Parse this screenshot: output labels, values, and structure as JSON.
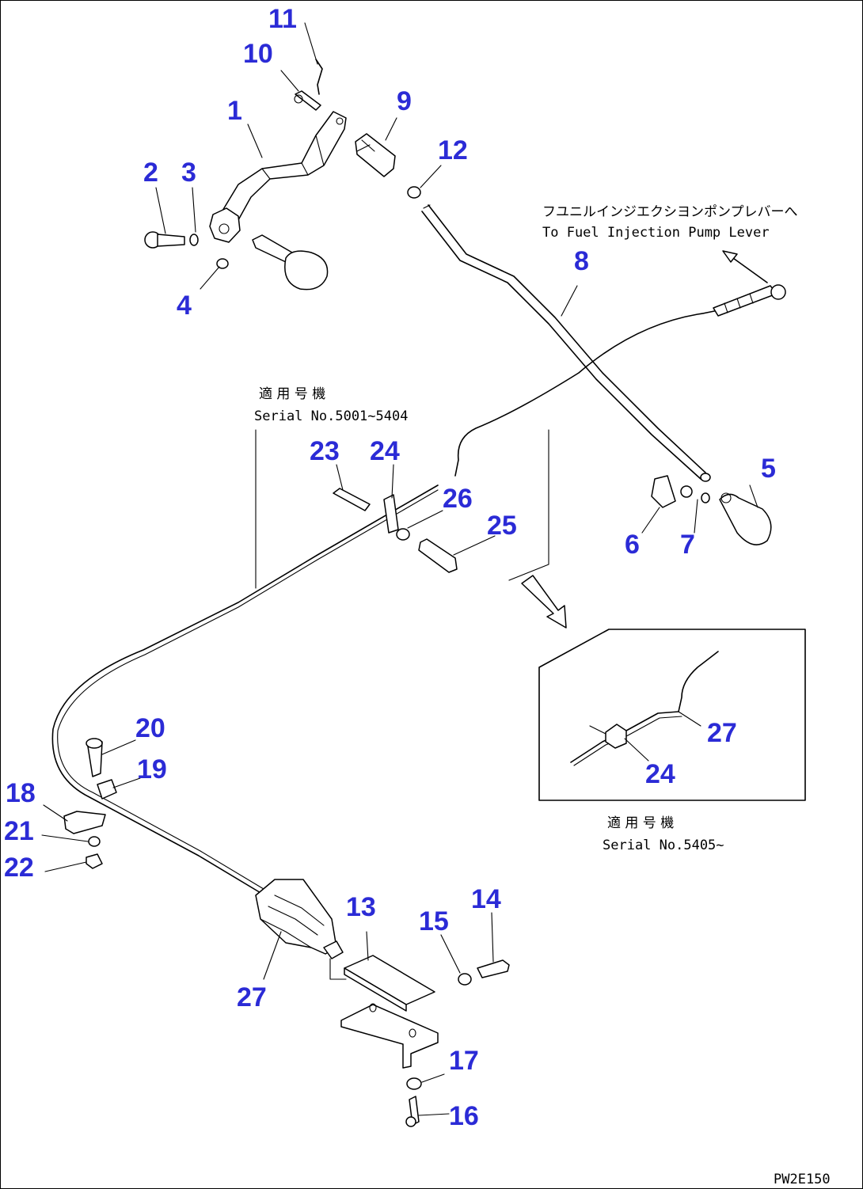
{
  "callouts": {
    "c1": "1",
    "c2": "2",
    "c3": "3",
    "c4": "4",
    "c5": "5",
    "c6": "6",
    "c7": "7",
    "c8": "8",
    "c9": "9",
    "c10": "10",
    "c11": "11",
    "c12": "12",
    "c13": "13",
    "c14": "14",
    "c15": "15",
    "c16": "16",
    "c17": "17",
    "c18": "18",
    "c19": "19",
    "c20": "20",
    "c21": "21",
    "c22": "22",
    "c23": "23",
    "c24": "24",
    "c25": "25",
    "c26": "26",
    "c27": "27",
    "c24b": "24",
    "c27b": "27"
  },
  "notes": {
    "pump_jp": "フユニルインジエクシヨンポンプレバーへ",
    "pump_en": "To Fuel Injection Pump Lever",
    "serial_old_jp": "適 用 号 機",
    "serial_old_en": "Serial No.5001~5404",
    "serial_new_jp": "適 用 号 機",
    "serial_new_en": "Serial No.5405~",
    "figure_code": "PW2E150"
  }
}
